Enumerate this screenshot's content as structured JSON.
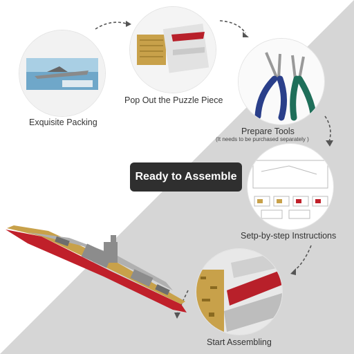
{
  "steps": [
    {
      "label": "Exquisite Packing"
    },
    {
      "label": "Pop Out the Puzzle Piece"
    },
    {
      "label": "Prepare Tools",
      "note": "(It needs to be purchased separately  )"
    },
    {
      "label": "Setp-by-step Instructions"
    },
    {
      "label": "Start Assembling"
    }
  ],
  "center_label": "Ready to Assemble",
  "colors": {
    "background_gray": "#d8d8d8",
    "label_bg": "#2f2f2f",
    "hull_red": "#c0202a",
    "deck_gold": "#c8a14a",
    "tool_handle": "#2a3f8a",
    "tool_handle2": "#1f6f5a"
  },
  "icons": [
    "arrow-dashed-icon"
  ]
}
